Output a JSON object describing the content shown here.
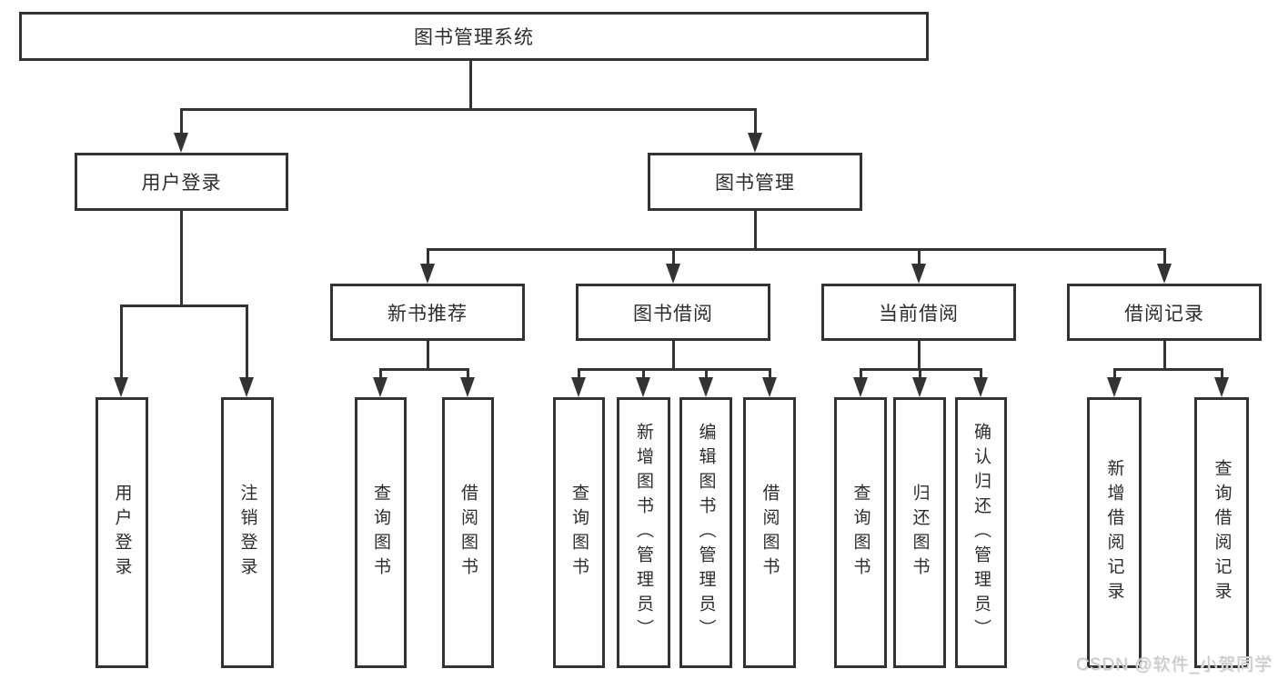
{
  "colors": {
    "line": "#333333",
    "box_background": "#ffffff",
    "text": "#2d2d2d",
    "watermark": "#c8c8c8"
  },
  "tree": {
    "root": {
      "label": "图书管理系统"
    },
    "branches": [
      {
        "label": "用户登录",
        "children": [
          {
            "label": "用户登录"
          },
          {
            "label": "注销登录"
          }
        ]
      },
      {
        "label": "图书管理",
        "children": [
          {
            "label": "新书推荐",
            "children": [
              {
                "label": "查询图书"
              },
              {
                "label": "借阅图书"
              }
            ]
          },
          {
            "label": "图书借阅",
            "children": [
              {
                "label": "查询图书"
              },
              {
                "label": "新增图书（管理员）"
              },
              {
                "label": "编辑图书（管理员）"
              },
              {
                "label": "借阅图书"
              }
            ]
          },
          {
            "label": "当前借阅",
            "children": [
              {
                "label": "查询图书"
              },
              {
                "label": "归还图书"
              },
              {
                "label": "确认归还（管理员）"
              }
            ]
          },
          {
            "label": "借阅记录",
            "children": [
              {
                "label": "新增借阅记录"
              },
              {
                "label": "查询借阅记录"
              }
            ]
          }
        ]
      }
    ]
  },
  "watermark": {
    "text": "CSDN @软件_小贺同学"
  }
}
